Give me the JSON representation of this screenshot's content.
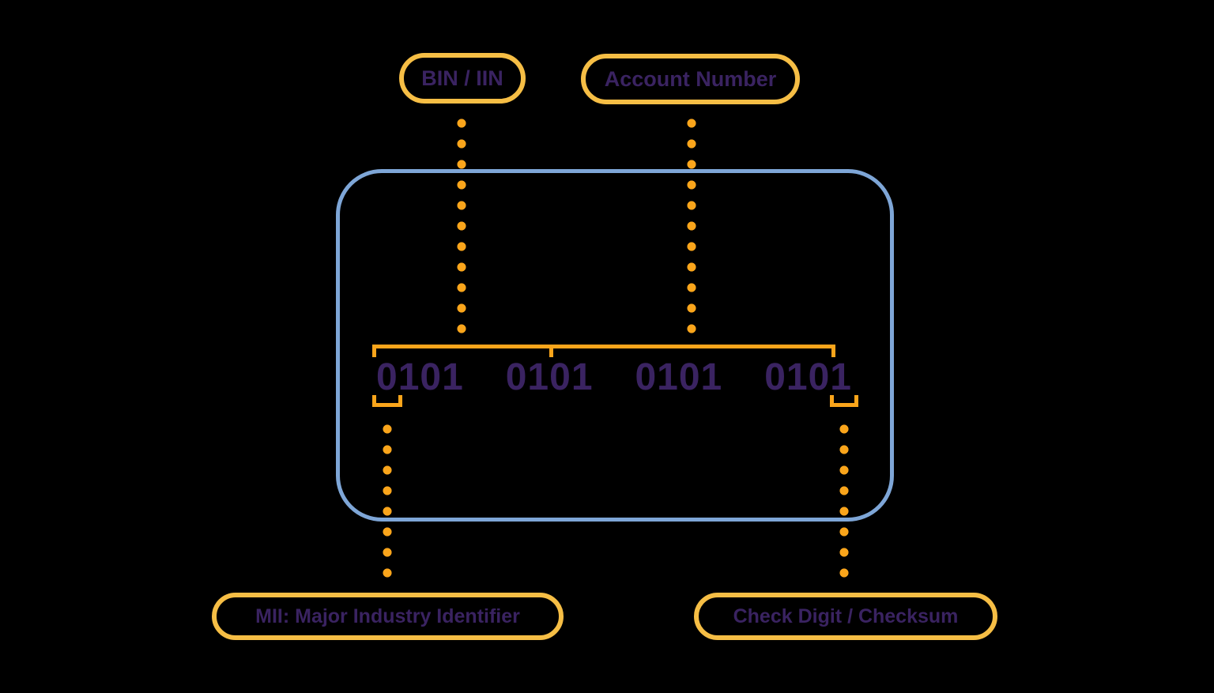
{
  "diagram": {
    "labels": {
      "bin": "BIN / IIN",
      "account": "Account Number",
      "mii": "MII: Major Industry Identifier",
      "check": "Check Digit / Checksum"
    },
    "card_number_groups": [
      "0101",
      "0101",
      "0101",
      "0101"
    ],
    "colors": {
      "background": "#000000",
      "card_outline_blue": "#7EA6D7",
      "pill_border_yellow": "#F6BE45",
      "connector_orange": "#FAA51B",
      "text_purple": "#3A2361"
    }
  }
}
